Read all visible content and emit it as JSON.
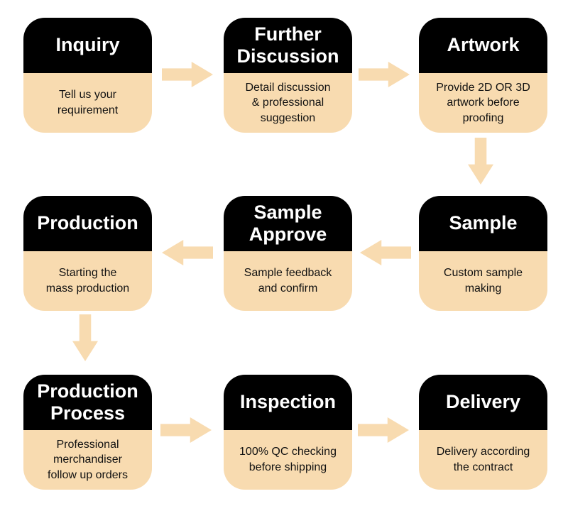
{
  "flowchart": {
    "steps": [
      {
        "name": "inquiry",
        "title": "Inquiry",
        "description": "Tell us your\nrequirement"
      },
      {
        "name": "further-discussion",
        "title": "Further\nDiscussion",
        "description": "Detail discussion\n& professional\nsuggestion"
      },
      {
        "name": "artwork",
        "title": "Artwork",
        "description": "Provide 2D OR 3D\nartwork before\nproofing"
      },
      {
        "name": "sample",
        "title": "Sample",
        "description": "Custom sample\nmaking"
      },
      {
        "name": "sample-approve",
        "title": "Sample\nApprove",
        "description": "Sample feedback\nand confirm"
      },
      {
        "name": "production",
        "title": "Production",
        "description": "Starting the\nmass production"
      },
      {
        "name": "production-process",
        "title": "Production\nProcess",
        "description": "Professional\nmerchandiser\nfollow up orders"
      },
      {
        "name": "inspection",
        "title": "Inspection",
        "description": "100% QC checking\nbefore shipping"
      },
      {
        "name": "delivery",
        "title": "Delivery",
        "description": "Delivery according\nthe contract"
      }
    ],
    "connections": [
      {
        "from": "Inquiry",
        "to": "Further Discussion",
        "direction": "right"
      },
      {
        "from": "Further Discussion",
        "to": "Artwork",
        "direction": "right"
      },
      {
        "from": "Artwork",
        "to": "Sample",
        "direction": "down"
      },
      {
        "from": "Sample",
        "to": "Sample Approve",
        "direction": "left"
      },
      {
        "from": "Sample Approve",
        "to": "Production",
        "direction": "left"
      },
      {
        "from": "Production",
        "to": "Production Process",
        "direction": "down"
      },
      {
        "from": "Production Process",
        "to": "Inspection",
        "direction": "right"
      },
      {
        "from": "Inspection",
        "to": "Delivery",
        "direction": "right"
      }
    ],
    "colors": {
      "card_header_bg": "#000000",
      "card_body_bg": "#F8DBB0",
      "arrow": "#F8DBB0",
      "title_text": "#FFFFFF",
      "description_text": "#111111",
      "page_bg": "#FFFFFF"
    }
  }
}
